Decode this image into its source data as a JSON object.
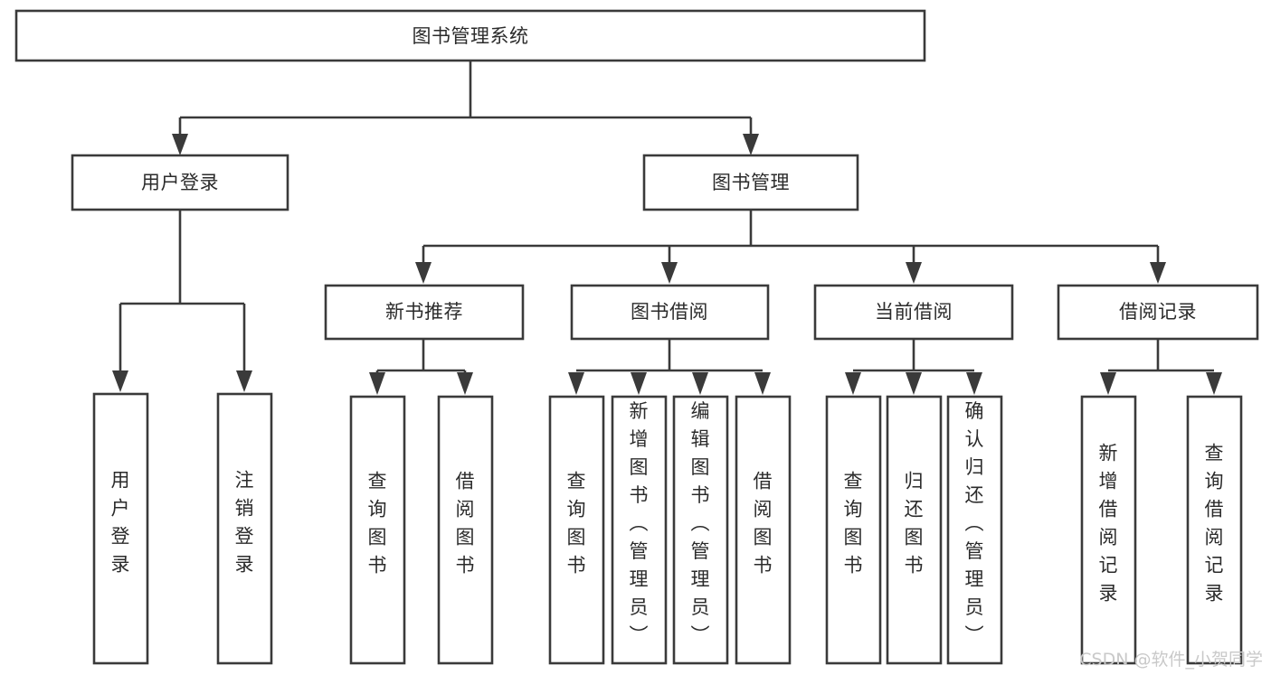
{
  "diagram": {
    "kind": "function-structure-tree",
    "root": {
      "id": "root",
      "label": "图书管理系统"
    },
    "level2": [
      {
        "id": "user-login",
        "label": "用户登录"
      },
      {
        "id": "book-manage",
        "label": "图书管理"
      }
    ],
    "level3": [
      {
        "id": "new-book-recommend",
        "label": "新书推荐",
        "parent": "book-manage"
      },
      {
        "id": "book-borrow",
        "label": "图书借阅",
        "parent": "book-manage"
      },
      {
        "id": "current-borrow",
        "label": "当前借阅",
        "parent": "book-manage"
      },
      {
        "id": "borrow-record",
        "label": "借阅记录",
        "parent": "book-manage"
      }
    ],
    "leaves": {
      "user-login": [
        {
          "id": "leaf-user-login",
          "label": "用户登录"
        },
        {
          "id": "leaf-logout",
          "label": "注销登录"
        }
      ],
      "new-book-recommend": [
        {
          "id": "leaf-query-book-1",
          "label": "查询图书"
        },
        {
          "id": "leaf-borrow-book-1",
          "label": "借阅图书"
        }
      ],
      "book-borrow": [
        {
          "id": "leaf-query-book-2",
          "label": "查询图书"
        },
        {
          "id": "leaf-add-book",
          "label": "新增图书（管理员）"
        },
        {
          "id": "leaf-edit-book",
          "label": "编辑图书（管理员）"
        },
        {
          "id": "leaf-borrow-book-2",
          "label": "借阅图书"
        }
      ],
      "current-borrow": [
        {
          "id": "leaf-query-book-3",
          "label": "查询图书"
        },
        {
          "id": "leaf-return-book",
          "label": "归还图书"
        },
        {
          "id": "leaf-confirm-return",
          "label": "确认归还（管理员）"
        }
      ],
      "borrow-record": [
        {
          "id": "leaf-add-record",
          "label": "新增借阅记录"
        },
        {
          "id": "leaf-query-record",
          "label": "查询借阅记录"
        }
      ]
    }
  },
  "watermark": {
    "text": "CSDN @软件_小贺同学"
  },
  "colors": {
    "stroke": "#3a3a3a",
    "box_fill": "#ffffff",
    "text": "#2b2b2b",
    "watermark": "#c9c9c9",
    "canvas": "#ffffff"
  }
}
